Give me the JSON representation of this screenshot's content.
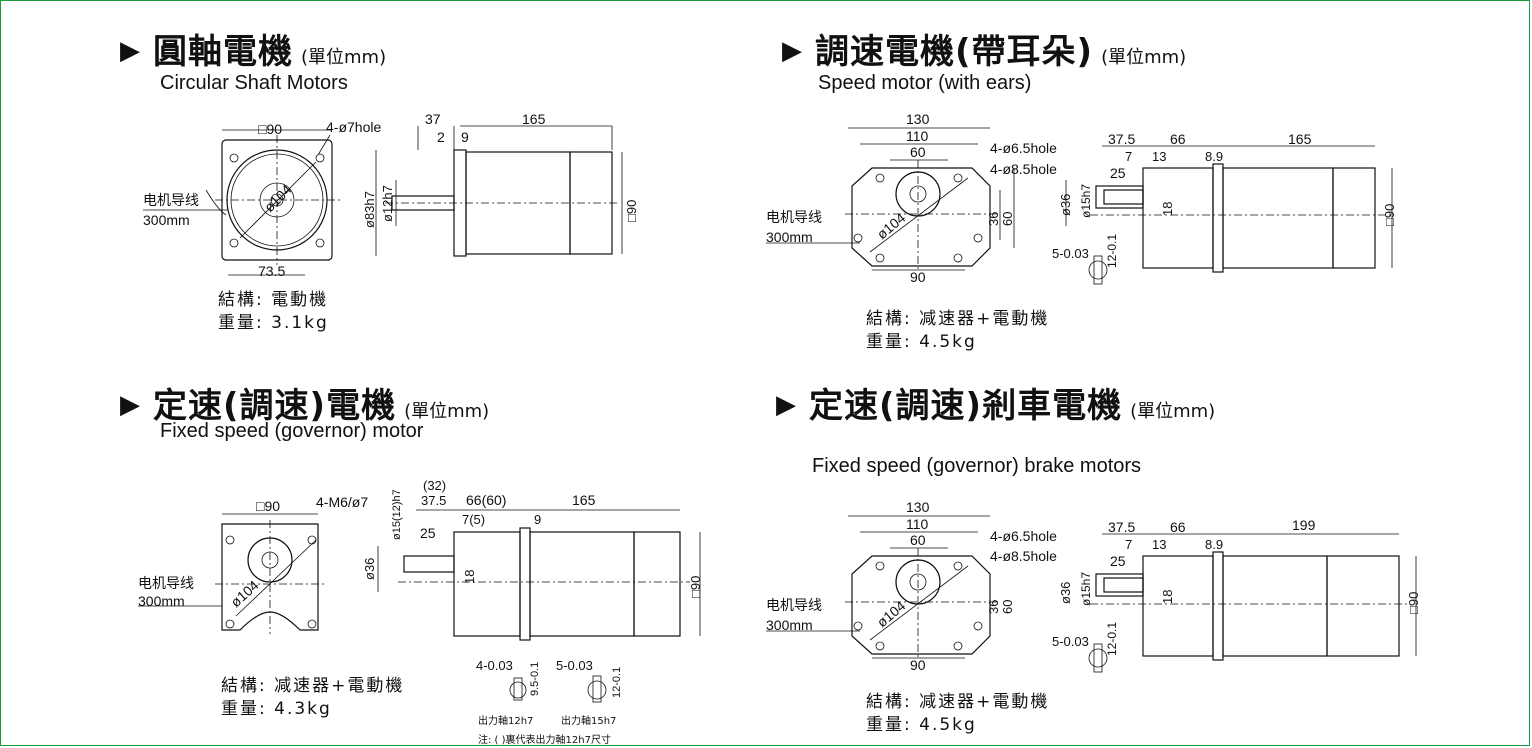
{
  "sections": [
    {
      "title": "圓軸電機",
      "unit": "(單位mm)",
      "subtitle": "Circular Shaft Motors",
      "spec_structure": "結構: 電動機",
      "spec_weight": "重量: 3.1kg"
    },
    {
      "title": "調速電機(帶耳朵)",
      "unit": "(單位mm)",
      "subtitle": "Speed motor (with ears)",
      "spec_structure": "結構: 减速器+電動機",
      "spec_weight": "重量: 4.5kg"
    },
    {
      "title": "定速(調速)電機",
      "unit": "(單位mm)",
      "subtitle": "Fixed speed (governor) motor",
      "spec_structure": "結構: 减速器+電動機",
      "spec_weight": "重量: 4.3kg"
    },
    {
      "title": "定速(調速)剎車電機",
      "unit": "(單位mm)",
      "subtitle": "Fixed speed (governor) brake motors",
      "spec_structure": "結構: 减速器+電動機",
      "spec_weight": "重量: 4.5kg"
    }
  ],
  "d1": {
    "sq": "□90",
    "hole": "4-ø7hole",
    "d104": "ø104",
    "lead1": "电机导线",
    "lead2": "300mm",
    "w735": "73.5",
    "d37": "37",
    "d2": "2",
    "d9": "9",
    "d165": "165",
    "d83": "ø83h7",
    "d12": "ø12h7",
    "sq2": "□90"
  },
  "d2": {
    "w130": "130",
    "w110": "110",
    "w60": "60",
    "w90": "90",
    "h1": "4-ø6.5hole",
    "h2": "4-ø8.5hole",
    "d104": "ø104",
    "v36": "36",
    "v60": "60",
    "lead1": "电机导线",
    "lead2": "300mm",
    "a375": "37.5",
    "a66": "66",
    "a165": "165",
    "a7": "7",
    "a13": "13",
    "a89": "8.9",
    "a25": "25",
    "a36": "ø36",
    "a15": "ø15h7",
    "a18": "18",
    "sq": "□90",
    "k5": "5-0.03",
    "k12": "12-0.1"
  },
  "d3": {
    "sq": "□90",
    "m6": "4-M6/ø7",
    "d104": "ø104",
    "lead1": "电机导线",
    "lead2": "300mm",
    "a32": "(32)",
    "a375": "37.5",
    "a6660": "66(60)",
    "a165": "165",
    "a75": "7(5)",
    "a9": "9",
    "a25": "25",
    "a15": "ø15(12)h7",
    "a36": "ø36",
    "a18": "18",
    "sq2": "□90",
    "k4": "4-0.03",
    "k95": "9.5-0.1",
    "k5": "5-0.03",
    "k12": "12-0.1",
    "shaft12": "出力軸12h7",
    "shaft15": "出力軸15h7",
    "note": "注: ( )裏代表出力軸12h7尺寸"
  },
  "d4": {
    "w130": "130",
    "w110": "110",
    "w60": "60",
    "w90": "90",
    "h1": "4-ø6.5hole",
    "h2": "4-ø8.5hole",
    "d104": "ø104",
    "v36": "36",
    "v60": "60",
    "lead1": "电机导线",
    "lead2": "300mm",
    "a375": "37.5",
    "a66": "66",
    "a199": "199",
    "a7": "7",
    "a13": "13",
    "a89": "8.9",
    "a25": "25",
    "a36": "ø36",
    "a15": "ø15h7",
    "a18": "18",
    "sq": "□90",
    "k5": "5-0.03",
    "k12": "12-0.1"
  }
}
